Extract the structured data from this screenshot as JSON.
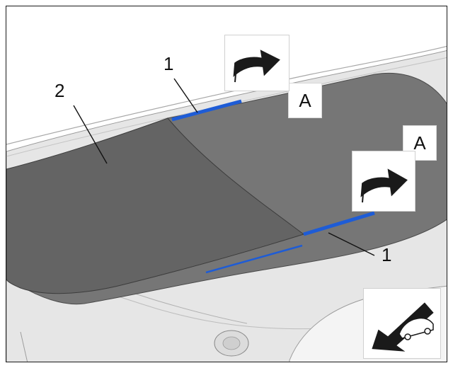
{
  "diagram": {
    "callouts": {
      "item_2": "2",
      "item_1_top": "1",
      "item_1_bottom": "1"
    },
    "view_labels": {
      "top": "A",
      "right": "A"
    },
    "icons": {
      "direction_arrow": "direction-arrow-icon",
      "vehicle_front": "vehicle-front-arrow-icon"
    },
    "colors": {
      "film": "#646464",
      "glass": "#767676",
      "marker_tape": "#1e5cd6",
      "body": "#e6e6e6"
    }
  }
}
